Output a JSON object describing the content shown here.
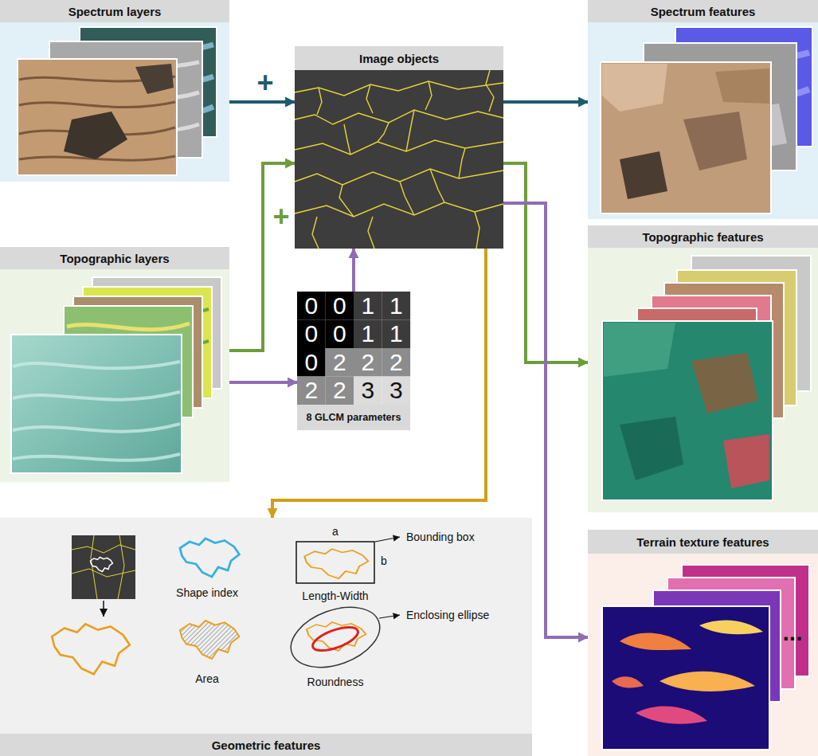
{
  "diagram": {
    "nodes": [
      {
        "text": [
          "Spectrum layers"
        ]
      },
      {
        "text": [
          "Topographic layers"
        ]
      },
      {
        "text": [
          "Image objects"
        ]
      },
      {
        "text": [
          "8 GLCM parameters"
        ]
      },
      {
        "text": [
          "Spectrum features"
        ]
      },
      {
        "text": [
          "Topographic features"
        ]
      },
      {
        "text": [
          "Terrain texture features"
        ]
      },
      {
        "text": [
          "Geometric features"
        ]
      }
    ],
    "edges": [
      {
        "from": 0,
        "to": 2,
        "arrow": "to",
        "label": "+"
      },
      {
        "from": 1,
        "to": 2,
        "arrow": "to",
        "label": "+"
      },
      {
        "from": 1,
        "to": 3,
        "arrow": "to"
      },
      {
        "from": 3,
        "to": 2,
        "arrow": "to"
      },
      {
        "from": 2,
        "to": 4,
        "arrow": "to"
      },
      {
        "from": 2,
        "to": 5,
        "arrow": "to"
      },
      {
        "from": 2,
        "to": 6,
        "arrow": "to"
      },
      {
        "from": 2,
        "to": 7,
        "arrow": "to"
      }
    ],
    "labels": [
      "0",
      "0",
      "1",
      "1",
      "0",
      "0",
      "1",
      "1",
      "0",
      "2",
      "2",
      "2",
      "2",
      "2",
      "3",
      "3",
      "Shape index",
      "Length-Width",
      "Bounding box",
      "a",
      "b",
      "Area",
      "Roundness",
      "Enclosing ellipse",
      "..."
    ]
  }
}
